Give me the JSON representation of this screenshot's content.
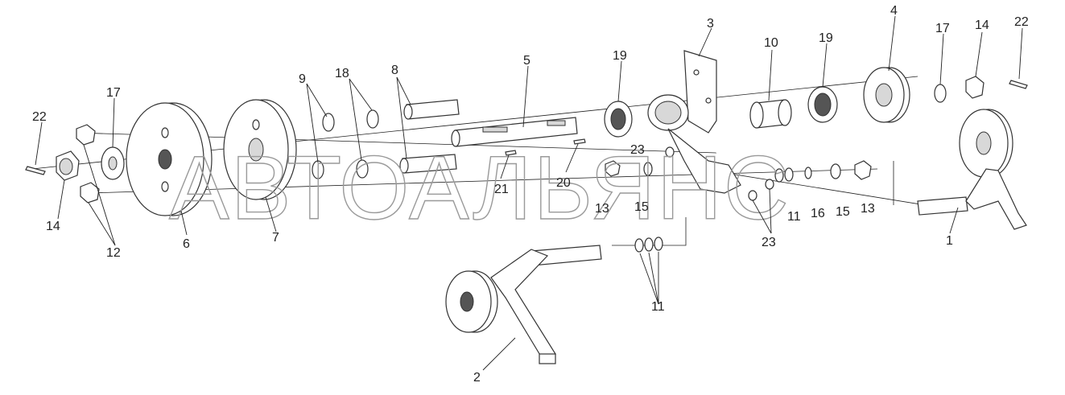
{
  "watermark": "АВТОАЛЬЯНС",
  "callouts": [
    {
      "id": "c1",
      "label": "1"
    },
    {
      "id": "c2",
      "label": "2"
    },
    {
      "id": "c3",
      "label": "3"
    },
    {
      "id": "c4",
      "label": "4"
    },
    {
      "id": "c5",
      "label": "5"
    },
    {
      "id": "c6",
      "label": "6"
    },
    {
      "id": "c7",
      "label": "7"
    },
    {
      "id": "c8",
      "label": "8"
    },
    {
      "id": "c9",
      "label": "9"
    },
    {
      "id": "c10",
      "label": "10"
    },
    {
      "id": "c11a",
      "label": "11"
    },
    {
      "id": "c11b",
      "label": "11"
    },
    {
      "id": "c12",
      "label": "12"
    },
    {
      "id": "c13a",
      "label": "13"
    },
    {
      "id": "c13b",
      "label": "13"
    },
    {
      "id": "c14a",
      "label": "14"
    },
    {
      "id": "c14b",
      "label": "14"
    },
    {
      "id": "c15a",
      "label": "15"
    },
    {
      "id": "c15b",
      "label": "15"
    },
    {
      "id": "c16",
      "label": "16"
    },
    {
      "id": "c17a",
      "label": "17"
    },
    {
      "id": "c17b",
      "label": "17"
    },
    {
      "id": "c18",
      "label": "18"
    },
    {
      "id": "c19a",
      "label": "19"
    },
    {
      "id": "c19b",
      "label": "19"
    },
    {
      "id": "c20",
      "label": "20"
    },
    {
      "id": "c21",
      "label": "21"
    },
    {
      "id": "c22a",
      "label": "22"
    },
    {
      "id": "c22b",
      "label": "22"
    },
    {
      "id": "c23a",
      "label": "23"
    },
    {
      "id": "c23b",
      "label": "23"
    }
  ]
}
